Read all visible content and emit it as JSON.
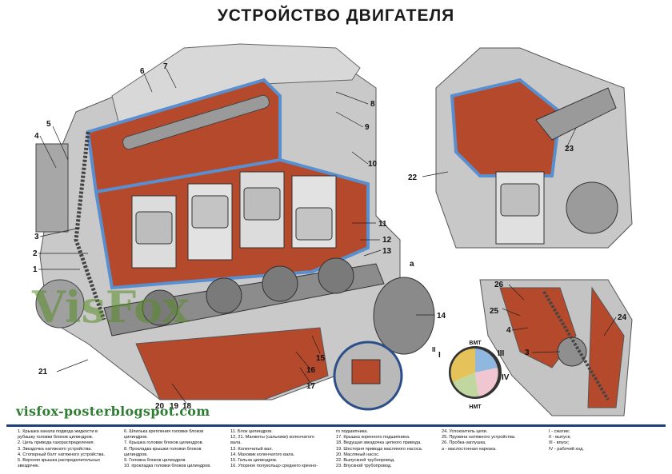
{
  "title": "УСТРОЙСТВО ДВИГАТЕЛЯ",
  "watermark": {
    "url": "visfox-posterblogspot.com",
    "logo_text": "VisFox"
  },
  "callouts": [
    "1",
    "2",
    "3",
    "4",
    "5",
    "6",
    "7",
    "8",
    "9",
    "10",
    "11",
    "12",
    "13",
    "а",
    "14",
    "15",
    "16",
    "17",
    "18",
    "19",
    "20",
    "21",
    "22",
    "23",
    "24",
    "25",
    "26",
    "4",
    "3"
  ],
  "timing_diagram": {
    "top": "ВМТ",
    "bottom": "НМТ",
    "strokes": [
      "I",
      "II",
      "III",
      "IV"
    ]
  },
  "colors": {
    "head": "#b5492b",
    "coolant": "#5a8fcf",
    "metal": "#b9b9b9",
    "rule": "#1f3f7a"
  },
  "legend": {
    "col1": [
      "1. Крышка канала подвода жидкости в",
      "рубашку головки блоков цилиндров.",
      "2. Цепь привода газораспределения.",
      "3. Звездочка натяжного устройства.",
      "4. Стопорный болт натяжного устройства.",
      "5. Верхняя крышка распределительных",
      "звездочек."
    ],
    "col2": [
      "6. Шпилька крепления головки блоков",
      "цилиндров.",
      "7. Крышка головки блоков цилиндров.",
      "8. Прокладка крышки головки блоков",
      "цилиндров.",
      "9. Головка блоков цилиндров.",
      "10. прокладка головки блоков цилиндров."
    ],
    "col3": [
      "11. Блок цилиндров.",
      "12, 21. Манжеты (сальники) коленчатого",
      "вала.",
      "13. Коленчатый вал.",
      "14. Маховик коленчатого вала.",
      "15. Гильза цилиндров.",
      "16. Упорное полукольцо среднего кренно-"
    ],
    "col4": [
      "го подшипника.",
      "17. Крышка коренного подшипника.",
      "18. Ведущая звездочка цепного привода.",
      "19. Шестерня привода масляного насоса.",
      "20. Масляный насос.",
      "22. Выпускной трубопровод.",
      "23. Впускной трубопровод."
    ],
    "col5": [
      "24. Успокоитель цепи.",
      "25. Пружина натяжного устройства.",
      "26. Пробка-заглушка.",
      "а - маслостонная нарезка."
    ],
    "col6": [
      "I - сжатие;",
      "II - выпуск;",
      "III - впуск;",
      "IV - рабочий ход."
    ]
  }
}
